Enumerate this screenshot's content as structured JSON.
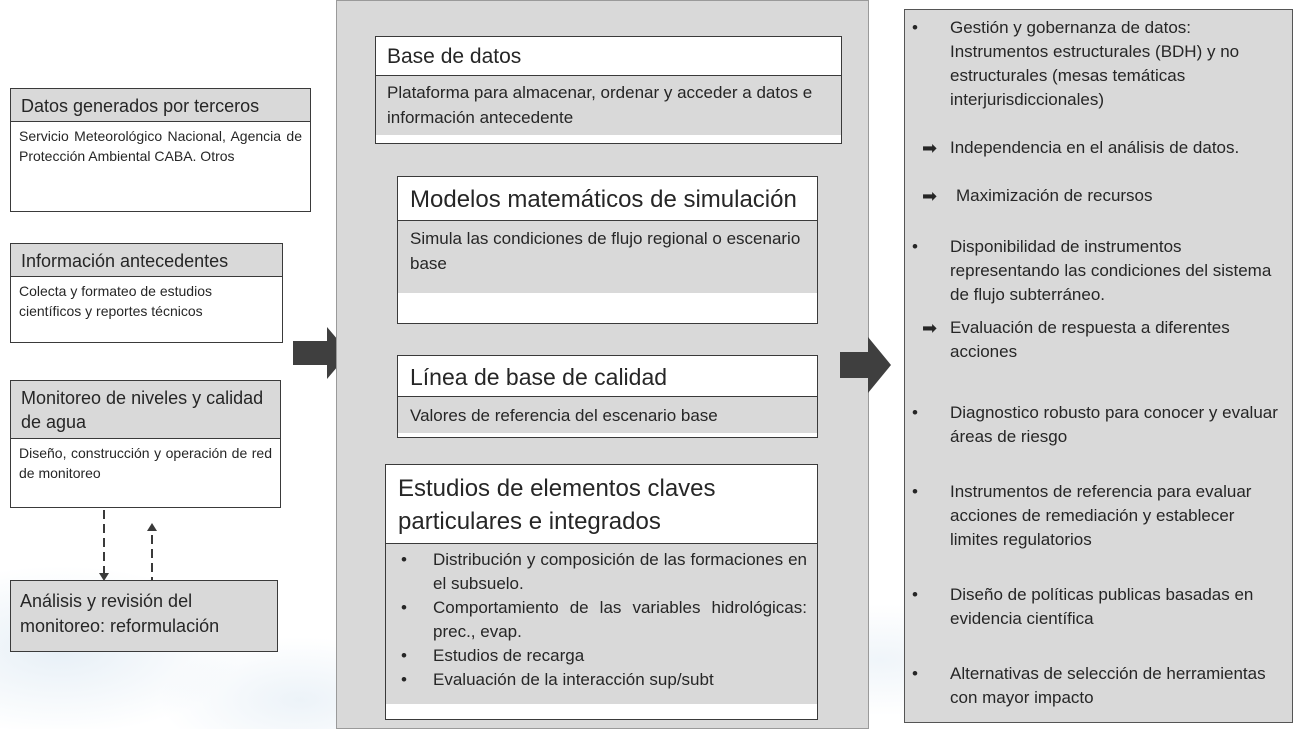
{
  "left": {
    "terceros": {
      "title": "Datos generados por terceros",
      "body": "Servicio Meteorológico Nacional, Agencia de Protección Ambiental CABA. Otros"
    },
    "antecedentes": {
      "title": "Información antecedentes",
      "body": "Colecta y formateo de estudios científicos y reportes técnicos"
    },
    "monitoreo": {
      "title": "Monitoreo de niveles y calidad de agua",
      "body": "Diseño, construcción y operación de red de monitoreo"
    },
    "analisis": {
      "title": "Análisis y revisión del monitoreo: reformulación"
    }
  },
  "center": {
    "base_datos": {
      "title": "Base de datos",
      "body": "Plataforma para almacenar, ordenar y acceder a datos e información antecedente"
    },
    "modelos": {
      "title": "Modelos matemáticos de simulación",
      "body": "Simula las condiciones de flujo regional o escenario base"
    },
    "linea_base": {
      "title": "Línea de base de calidad",
      "body": "Valores de referencia del escenario base"
    },
    "estudios": {
      "title": "Estudios de elementos claves particulares e integrados",
      "items": [
        "Distribución y composición de las formaciones en el subsuelo.",
        "Comportamiento de las variables hidrológicas: prec., evap.",
        "Estudios de recarga",
        "Evaluación de la interacción sup/subt"
      ]
    }
  },
  "right": {
    "items": [
      {
        "text": "Gestión y gobernanza de datos: Instrumentos estructurales (BDH) y no estructurales (mesas temáticas interjurisdiccionales)",
        "subs": [
          "Independencia en el análisis de datos.",
          "Maximización de recursos"
        ]
      },
      {
        "text": "Disponibilidad de instrumentos representando las condiciones del sistema de flujo subterráneo.",
        "subs": [
          "Evaluación de respuesta a diferentes acciones"
        ]
      },
      {
        "text": "Diagnostico robusto para conocer y evaluar áreas de riesgo"
      },
      {
        "text": "Instrumentos de referencia para evaluar acciones de remediación y establecer limites regulatorios"
      },
      {
        "text": "Diseño de políticas publicas basadas en evidencia científica"
      },
      {
        "text": "Alternativas de selección de herramientas con mayor impacto"
      }
    ]
  },
  "colors": {
    "panel": "#d9d9d9",
    "arrow": "#3f3f3f",
    "border": "#3a3a3a"
  }
}
